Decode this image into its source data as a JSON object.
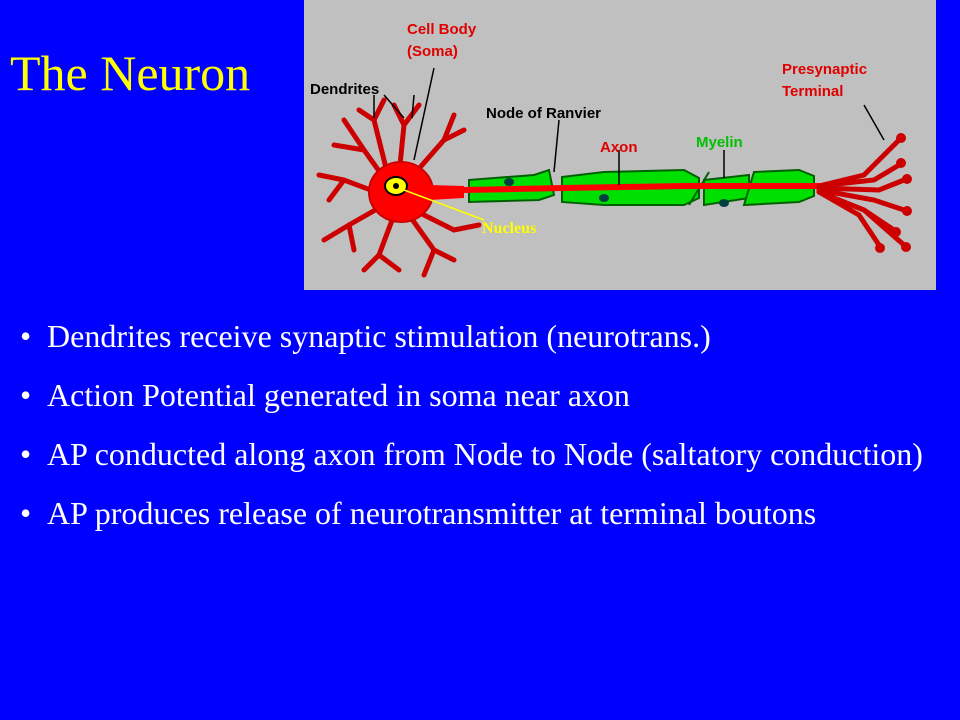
{
  "title": "The Neuron",
  "diagram": {
    "labels": {
      "cell_body_line1": "Cell Body",
      "cell_body_line2": "(Soma)",
      "dendrites": "Dendrites",
      "node_of_ranvier": "Node of Ranvier",
      "axon": "Axon",
      "myelin": "Myelin",
      "presynaptic_line1": "Presynaptic",
      "presynaptic_line2": "Terminal",
      "nucleus": "Nucleus"
    },
    "colors": {
      "background": "#C0C0C0",
      "neuron_red": "#FF0000",
      "myelin_green": "#00E000",
      "nucleus_yellow": "#FFFF00"
    }
  },
  "bullet_glyph": "•",
  "bullets": [
    "Dendrites receive synaptic stimulation (neurotrans.)",
    "Action Potential generated in soma near axon",
    "AP conducted along axon from Node to Node (saltatory conduction)",
    "AP produces release of neurotransmitter at terminal boutons"
  ],
  "slide_colors": {
    "background": "#0000FF",
    "title": "#FFFF00",
    "text": "#FFFFFF"
  }
}
